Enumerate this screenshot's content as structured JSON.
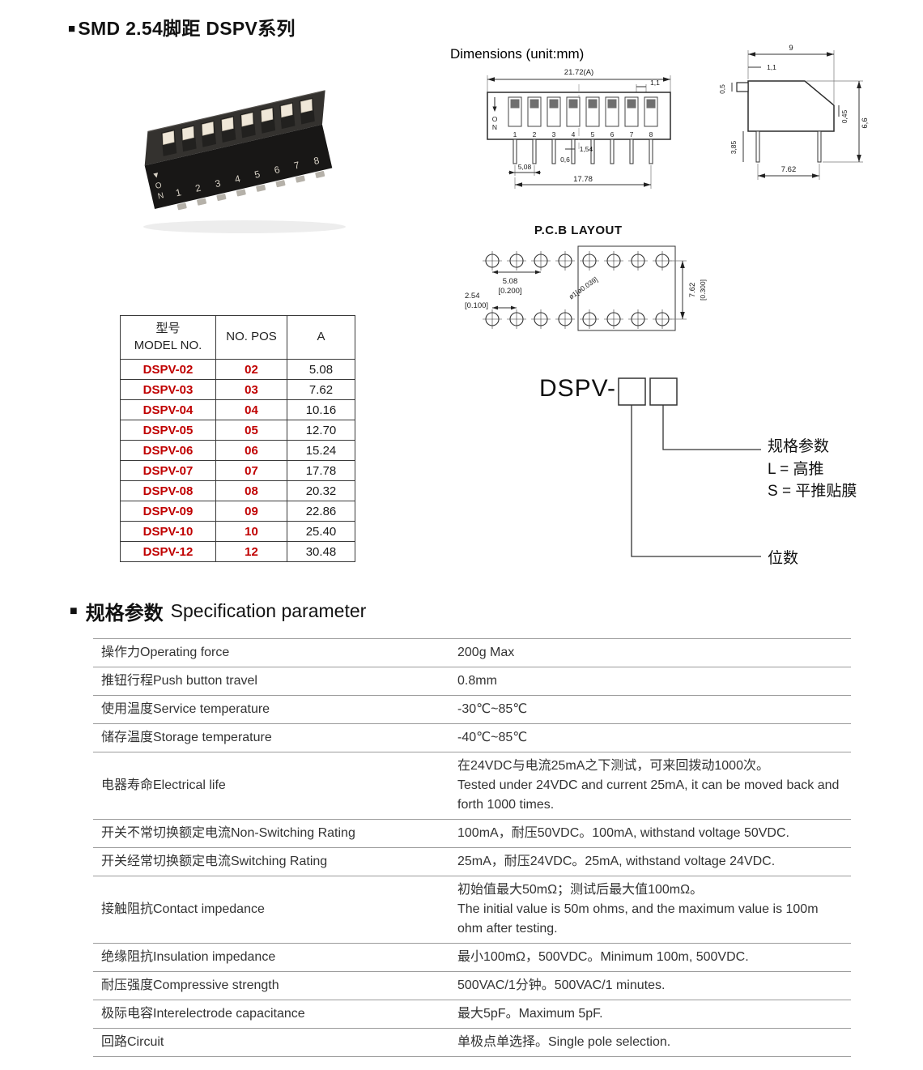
{
  "header": {
    "bullet": "■",
    "title": "SMD 2.54脚距 DSPV系列"
  },
  "photo": {
    "arrow": "▼",
    "on_o": "O",
    "on_n": "N",
    "positions": [
      "1",
      "2",
      "3",
      "4",
      "5",
      "6",
      "7",
      "8"
    ]
  },
  "dimensions": {
    "title": "Dimensions (unit:mm)",
    "front": {
      "overall_width": "21.72(A)",
      "pitch_top": "1,1",
      "dim_154": "1,54",
      "dim_06": "0,6",
      "dim_508": "5,08",
      "dim_1778": "17.78",
      "on_o": "O",
      "on_n": "N",
      "positions": [
        "1",
        "2",
        "3",
        "4",
        "5",
        "6",
        "7",
        "8"
      ]
    },
    "side": {
      "dim_9": "9",
      "dim_05": "0,5",
      "dim_11": "1,1",
      "dim_045": "0,45",
      "dim_66": "6,6",
      "dim_385": "3,85",
      "dim_762": "7.62"
    },
    "pcb": {
      "title": "P.C.B  LAYOUT",
      "dim_508": "5.08",
      "dim_508_in": "[0.200]",
      "dim_254": "2.54",
      "dim_254_in": "[0.100]",
      "hole": "ø1[ø0.039]",
      "dim_762": "7.62",
      "dim_762_in": "[0.300]"
    }
  },
  "model_table": {
    "header_model_cn": "型号",
    "header_model_en": "MODEL NO.",
    "header_pos": "NO. POS",
    "header_a": "A",
    "rows": [
      {
        "model": "DSPV-02",
        "pos": "02",
        "a": "5.08"
      },
      {
        "model": "DSPV-03",
        "pos": "03",
        "a": "7.62"
      },
      {
        "model": "DSPV-04",
        "pos": "04",
        "a": "10.16"
      },
      {
        "model": "DSPV-05",
        "pos": "05",
        "a": "12.70"
      },
      {
        "model": "DSPV-06",
        "pos": "06",
        "a": "15.24"
      },
      {
        "model": "DSPV-07",
        "pos": "07",
        "a": "17.78"
      },
      {
        "model": "DSPV-08",
        "pos": "08",
        "a": "20.32"
      },
      {
        "model": "DSPV-09",
        "pos": "09",
        "a": "22.86"
      },
      {
        "model": "DSPV-10",
        "pos": "10",
        "a": "25.40"
      },
      {
        "model": "DSPV-12",
        "pos": "12",
        "a": "30.48"
      }
    ]
  },
  "ordering": {
    "prefix": "DSPV-",
    "spec_title": "规格参数",
    "spec_l": "L = 高推",
    "spec_s": "S = 平推贴膜",
    "digits_label": "位数"
  },
  "spec_section": {
    "bullet": "■",
    "heading_cn": "规格参数",
    "heading_en": "Specification parameter",
    "rows": [
      {
        "label": "操作力Operating force",
        "value": "200g Max"
      },
      {
        "label": "推钮行程Push button travel",
        "value": "0.8mm"
      },
      {
        "label": "使用温度Service temperature",
        "value": "-30℃~85℃"
      },
      {
        "label": "储存温度Storage temperature",
        "value": "-40℃~85℃"
      },
      {
        "label": "电器寿命Electrical life",
        "value": "在24VDC与电流25mA之下测试，可来回拨动1000次。\nTested under 24VDC and current 25mA, it can be moved back and forth 1000 times."
      },
      {
        "label": "开关不常切换额定电流Non-Switching Rating",
        "value": "100mA，耐压50VDC。100mA, withstand voltage 50VDC."
      },
      {
        "label": "开关经常切换额定电流Switching Rating",
        "value": "25mA，耐压24VDC。25mA, withstand voltage 24VDC."
      },
      {
        "label": "接触阻抗Contact impedance",
        "value": "初始值最大50mΩ；测试后最大值100mΩ。\nThe initial value is 50m ohms, and the maximum value is 100m ohm after testing."
      },
      {
        "label": "绝缘阻抗Insulation impedance",
        "value": "最小100mΩ，500VDC。Minimum 100m, 500VDC."
      },
      {
        "label": "耐压强度Compressive strength",
        "value": "500VAC/1分钟。500VAC/1 minutes."
      },
      {
        "label": "极际电容Interelectrode capacitance",
        "value": "最大5pF。Maximum 5pF."
      },
      {
        "label": "回路Circuit",
        "value": "单极点单选择。Single pole selection."
      }
    ]
  },
  "colors": {
    "accent_red": "#c00000",
    "line_gray": "#9b9b9b",
    "switch_body": "#181716",
    "button_cream": "#efe7d8"
  }
}
